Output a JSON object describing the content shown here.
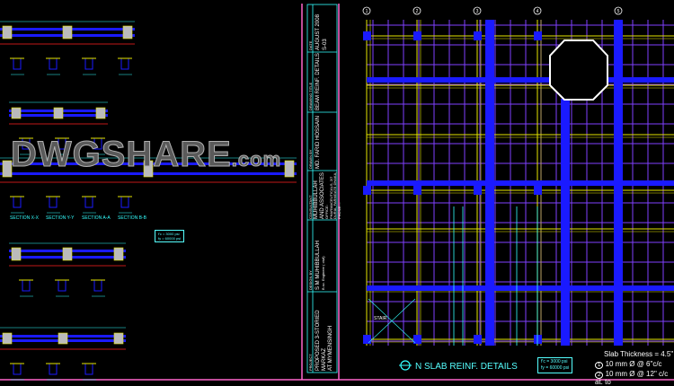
{
  "title_block": {
    "date": {
      "label": "DATE",
      "value": "AUGUST 2008",
      "sheet": "S-03"
    },
    "drawing_title": {
      "label": "DRAWING TITLE",
      "value": "BEAM REINF. DETAILS"
    },
    "drawn_by": {
      "label": "DRAWN BY",
      "value": "MD. FARID HOSSAIN"
    },
    "consultant": {
      "label": "CONSULTANT",
      "value": "MUHIBBULLAH AND ASSOCIATES",
      "address": "OFFICE: PHARMACEUTICALS, 2/7 DURIA, FARMGATE DHAKA, PHONE:..."
    },
    "design_by": {
      "label": "DESIGN BY",
      "value": "S M MUHIBBULLAH",
      "sub": "B.sc. Engineer ( civil)"
    },
    "project": {
      "label": "PROJECT",
      "value": "PROPOSED 3-STORIED MARKAZ",
      "sub": "AT MYMENSINGH"
    }
  },
  "watermark": {
    "text": "DWGSHARE",
    "suffix": ".com"
  },
  "plan": {
    "title": "N  SLAB REINF. DETAILS",
    "grid_labels": [
      "1",
      "2",
      "3",
      "4",
      "5"
    ],
    "stair_label": "STAIR",
    "material": {
      "fc": "f'c  =  3000 psi",
      "fy": "fy  =  60000 psi"
    },
    "notes": [
      "Slab Thickness = 4.5\"",
      "10 mm Ø @ 6\"c/c",
      "10 mm Ø @ 12\" c/c at. to"
    ],
    "note_marks": [
      "1",
      "2"
    ]
  },
  "beam_details": {
    "material": {
      "fc": "f'c = 3000 psi",
      "fy": "fy = 60000 psi"
    },
    "sections": [
      "SECTION X-X",
      "SECTION Y-Y",
      "SECTION A-A",
      "SECTION B-B"
    ]
  },
  "colors": {
    "frame": "#ff66cc",
    "cyan": "#33ffff",
    "blue": "#1a1aff",
    "yellow": "#e6e600",
    "purple": "#8040ff",
    "red": "#ff2020"
  }
}
